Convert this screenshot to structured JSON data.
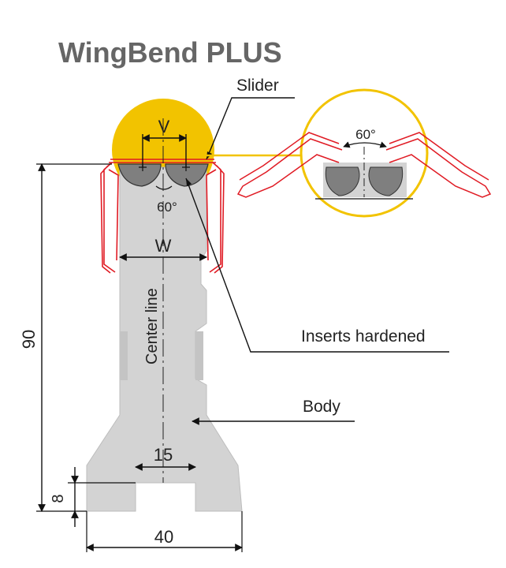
{
  "title": "WingBend PLUS",
  "labels": {
    "slider": "Slider",
    "inserts": "Inserts hardened",
    "body": "Body",
    "center_line": "Center line"
  },
  "dimensions": {
    "v": "V",
    "w": "W",
    "height": "90",
    "base_height": "8",
    "slot_width": "15",
    "base_width": "40",
    "angle_main": "60°",
    "angle_detail": "60°"
  },
  "colors": {
    "highlight": "#f2c300",
    "body": "#d3d3d3",
    "insert": "#7f7f7f",
    "slider": "#e01b24",
    "text": "#222222"
  }
}
